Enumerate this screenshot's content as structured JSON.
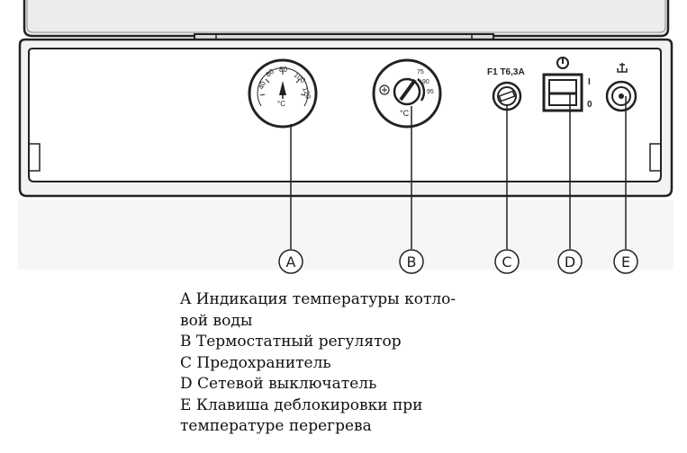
{
  "panel": {
    "fuse_label": "F1 T6,3A",
    "switch_on": "I",
    "switch_off": "0",
    "gauge_scale": [
      "40",
      "60",
      "80",
      "100",
      "120"
    ],
    "gauge_unit": "°C",
    "thermostat_scale": [
      "75",
      "90",
      "95"
    ],
    "thermostat_unit": "°C"
  },
  "callouts": [
    "A",
    "B",
    "C",
    "D",
    "E"
  ],
  "legend": {
    "a_line1": "A Индикация температуры котло-",
    "a_line2": "вой воды",
    "b": "B Термостатный регулятор",
    "c": "C Предохранитель",
    "d": "D Сетевой выключатель",
    "e_line1": "E Клавиша деблокировки при",
    "e_line2": "температуре перегрева"
  }
}
